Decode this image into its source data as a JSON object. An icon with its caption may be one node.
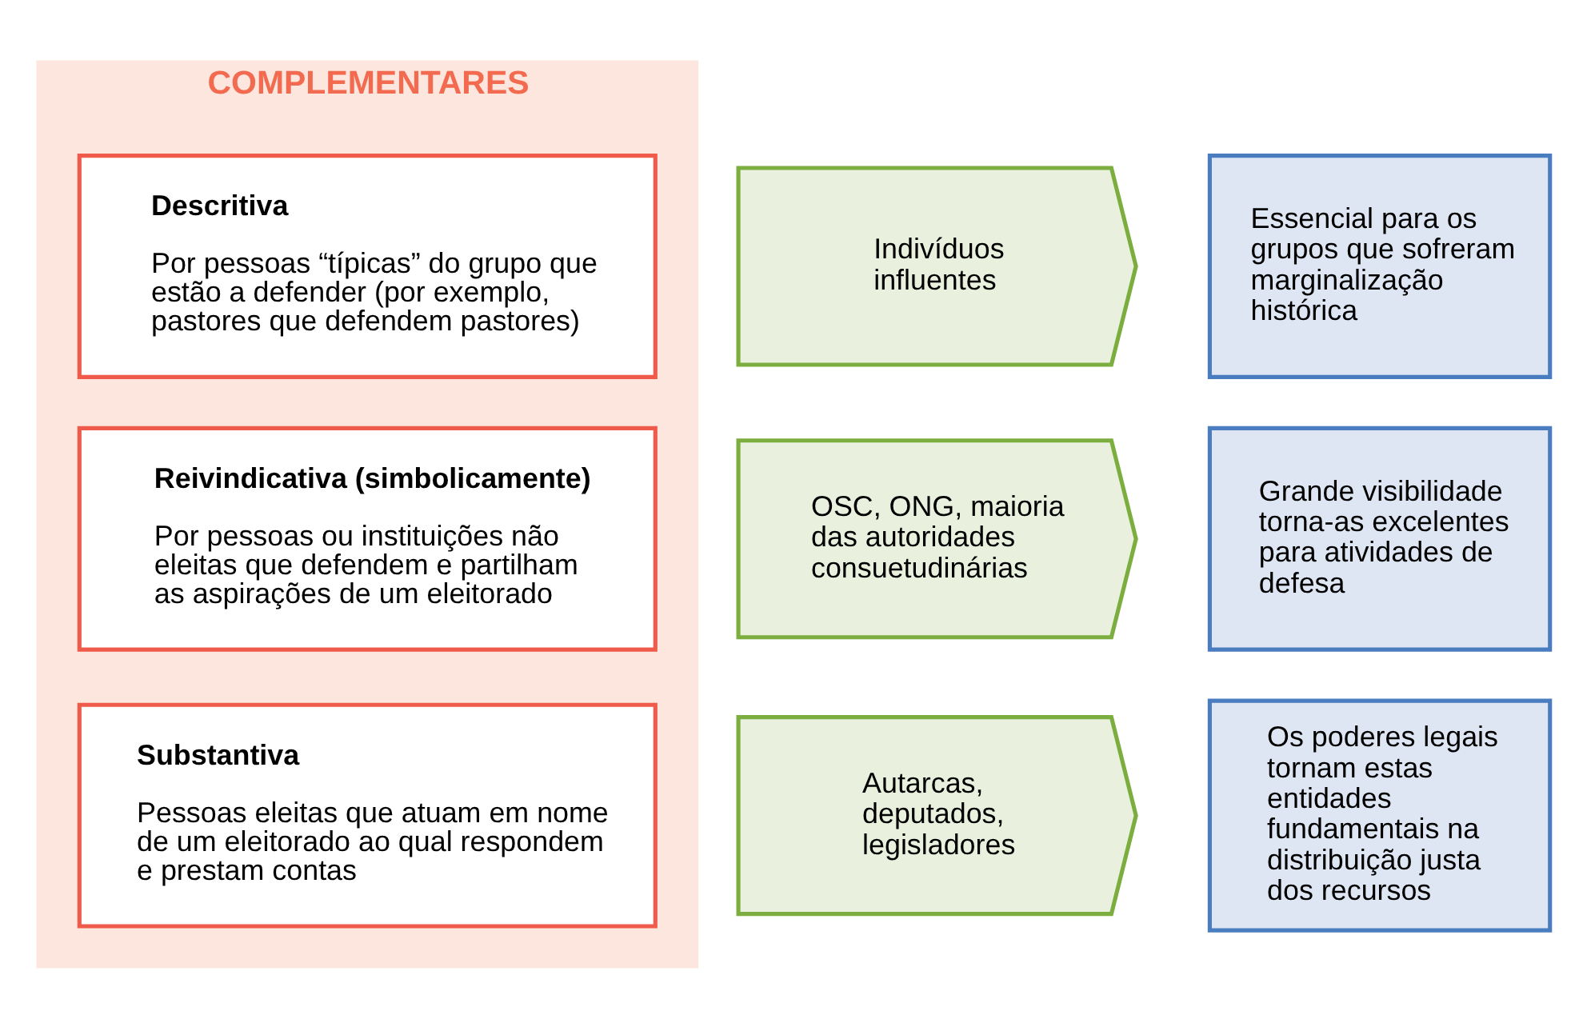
{
  "diagram": {
    "nodes": [
      {
        "text": [
          "COMPLEMENTARES"
        ]
      },
      {
        "text": [
          "Descritiva",
          "Por pessoas “típicas” do grupo que estão a defender (por exemplo, pastores que defendem pastores)"
        ],
        "in": 0
      },
      {
        "text": [
          "Reivindicativa (simbolicamente)",
          "Por pessoas ou instituições não eleitas que defendem e partilham as aspirações de um eleitorado"
        ],
        "in": 0
      },
      {
        "text": [
          "Substantiva",
          "Pessoas eleitas que atuam em nome de um eleitorado ao qual respondem e prestam contas"
        ],
        "in": 0
      },
      {
        "text": [
          "Indivíduos influentes"
        ]
      },
      {
        "text": [
          "OSC, ONG, maioria das autoridades consuetudinárias"
        ]
      },
      {
        "text": [
          "Autarcas, deputados, legisladores"
        ]
      },
      {
        "text": [
          "Essencial para os grupos que sofreram marginalização histórica"
        ]
      },
      {
        "text": [
          "Grande visibilidade torna-as excelentes para atividades de defesa"
        ]
      },
      {
        "text": [
          "Os poderes legais tornam estas entidades fundamentais na distribuição justa dos recursos"
        ]
      }
    ]
  }
}
